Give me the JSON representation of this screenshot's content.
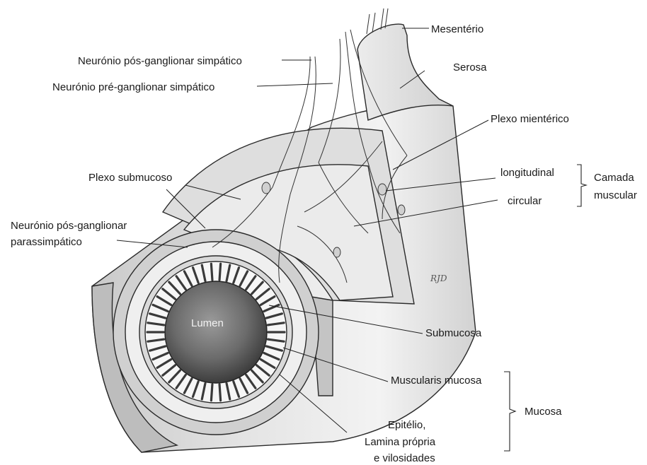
{
  "labels": {
    "mesenterio": "Mesentério",
    "serosa": "Serosa",
    "neuronio_pos_simp": "Neurónio pós-ganglionar simpático",
    "neuronio_pre_simp": "Neurónio pré-ganglionar simpático",
    "plexo_mienterico": "Plexo mientérico",
    "plexo_submucoso": "Plexo submucoso",
    "longitudinal": "longitudinal",
    "circular": "circular",
    "camada_line1": "Camada",
    "camada_line2": "muscular",
    "neuronio_para_line1": "Neurónio pós-ganglionar",
    "neuronio_para_line2": "parassimpático",
    "lumen": "Lumen",
    "submucosa": "Submucosa",
    "muscularis_mucosa": "Muscularis mucosa",
    "mucosa": "Mucosa",
    "epitelio_line1": "Epitélio,",
    "epitelio_line2": "Lamina própria",
    "epitelio_line3": "e vilosidades"
  },
  "signature": "RJD"
}
